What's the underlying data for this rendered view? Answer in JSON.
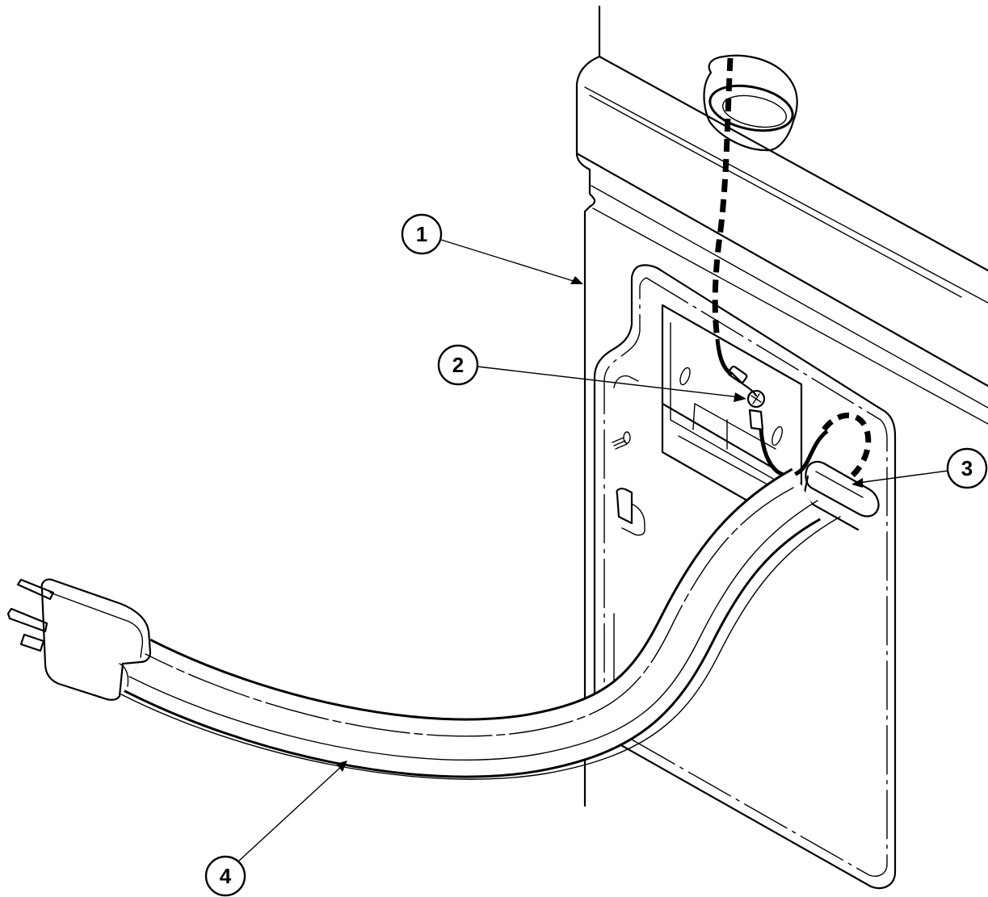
{
  "callouts": [
    {
      "id": "1",
      "label": "1"
    },
    {
      "id": "2",
      "label": "2"
    },
    {
      "id": "3",
      "label": "3"
    },
    {
      "id": "4",
      "label": "4"
    }
  ],
  "colors": {
    "ink": "#000000",
    "background": "#ffffff",
    "cord_fill": "#ffffff"
  }
}
